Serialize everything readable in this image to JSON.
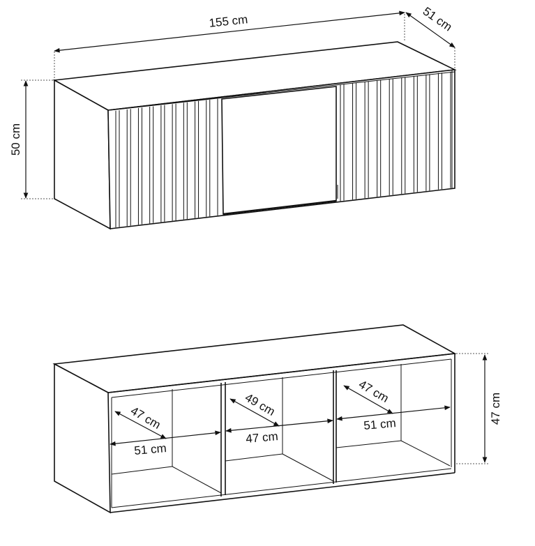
{
  "top_view": {
    "width_label": "155 cm",
    "depth_label": "51 cm",
    "height_label": "50 cm"
  },
  "bottom_view": {
    "height_label": "47 cm",
    "left_compartment": {
      "depth_label": "47 cm",
      "width_label": "51 cm"
    },
    "middle_compartment": {
      "depth_label": "49 cm",
      "width_label": "47 cm"
    },
    "right_compartment": {
      "depth_label": "47 cm",
      "width_label": "51 cm"
    }
  }
}
